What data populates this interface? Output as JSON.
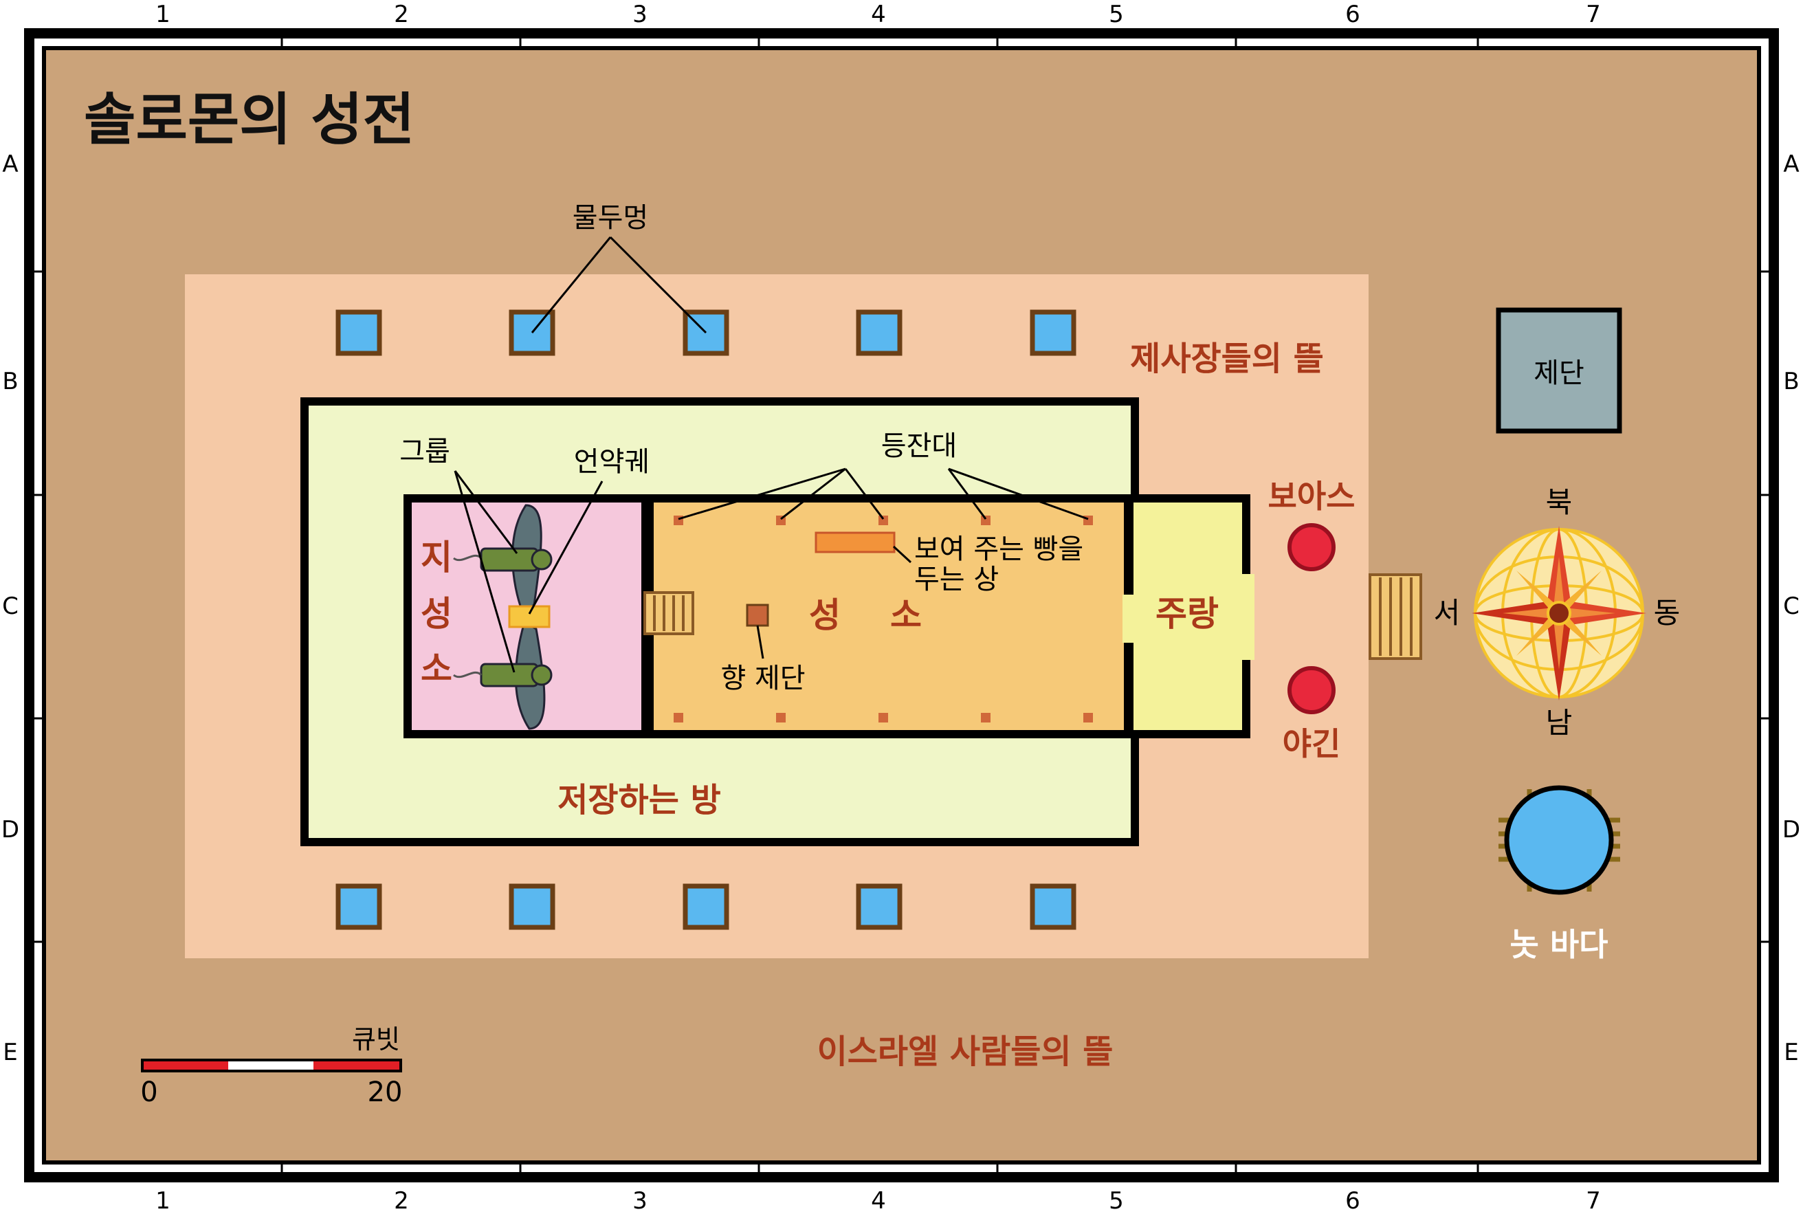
{
  "map": {
    "title": "솔로몬의 성전",
    "grid": {
      "columns": [
        "1",
        "2",
        "3",
        "4",
        "5",
        "6",
        "7"
      ],
      "rows": [
        "A",
        "B",
        "C",
        "D",
        "E"
      ]
    },
    "areas": {
      "outer_court": "이스라엘 사람들의 뜰",
      "priests_court": "제사장들의 뜰",
      "storage_rooms": "저장하는 방",
      "holy_of_holies": [
        "지",
        "성",
        "소"
      ],
      "holy_place": [
        "성",
        "소"
      ],
      "porch": "주랑"
    },
    "labels": {
      "basins": "물두멍",
      "cherubim": "그룹",
      "ark": "언약궤",
      "lampstands": "등잔대",
      "showbread_table": [
        "보여 주는 빵을",
        "두는 상"
      ],
      "incense_altar": "향 제단",
      "boaz": "보아스",
      "jachin": "야긴",
      "altar": "제단",
      "bronze_sea": "놋 바다"
    },
    "compass": {
      "north": "북",
      "south": "남",
      "east": "동",
      "west": "서"
    },
    "scale": {
      "unit": "큐빗",
      "start": "0",
      "end": "20"
    },
    "colors": {
      "outer_court": "#cba37a",
      "priests_court": "#f5c9a6",
      "storage": "#f0f6c8",
      "holy_of_holies": "#f5c8dc",
      "holy_place": "#f6c978",
      "porch": "#f4f29a",
      "basin_water": "#5ab8f0",
      "pillar": "#e8283c",
      "altar": "#97aeb2",
      "area_label": "#a9391a"
    }
  }
}
